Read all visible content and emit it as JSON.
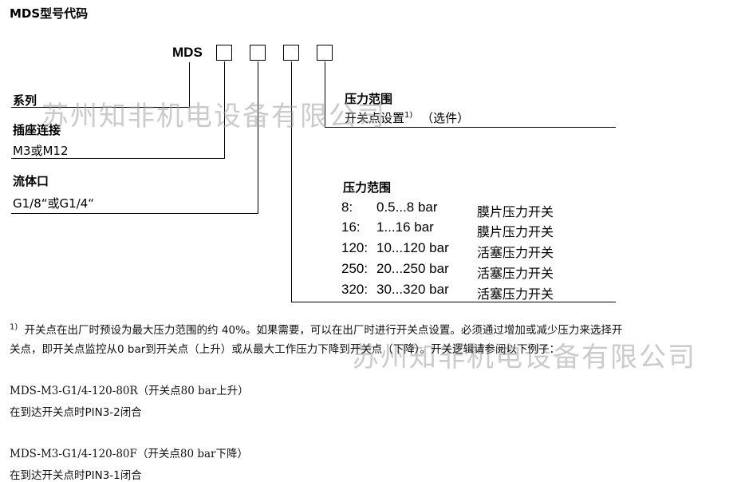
{
  "title": "MDS型号代码",
  "code_prefix": "MDS",
  "left_labels": {
    "series": "系列",
    "plug_heading": "插座连接",
    "plug_value": "M3或M12",
    "port_heading": "流体口",
    "port_value": "G1/8“或G1/4“"
  },
  "right_labels": {
    "pressure_heading": "压力范围",
    "switch_setting": "开关点设置",
    "switch_sup": "1)",
    "switch_optional": "（选件）"
  },
  "range_table": {
    "heading": "压力范围",
    "rows": [
      {
        "code": "8:",
        "range": "0.5...8 bar",
        "type": "膜片压力开关"
      },
      {
        "code": "16:",
        "range": "1...16 bar",
        "type": "膜片压力开关"
      },
      {
        "code": "120:",
        "range": "10...120 bar",
        "type": "活塞压力开关"
      },
      {
        "code": "250:",
        "range": "20...250 bar",
        "type": "活塞压力开关"
      },
      {
        "code": "320:",
        "range": "30...320 bar",
        "type": "活塞压力开关"
      }
    ]
  },
  "footnote": {
    "marker": "1)",
    "line1": "开关点在出厂时预设为最大压力范围的约 40%。如果需要，可以在出厂时进行开关点设置。必须通过增加或减少压力来选择开",
    "line2": "关点，即开关点监控从0 bar到开关点（上升）或从最大工作压力下降到开关点（下降）。开关逻辑请参阅以下例子："
  },
  "examples": [
    {
      "code": "MDS-M3-G1/4-120-80R（开关点80 bar上升）",
      "desc": "在到达开关点时PIN3-2闭合"
    },
    {
      "code": "MDS-M3-G1/4-120-80F（开关点80 bar下降）",
      "desc": "在到达开关点时PIN3-1闭合"
    }
  ],
  "watermark": "苏州知非机电设备有限公司"
}
